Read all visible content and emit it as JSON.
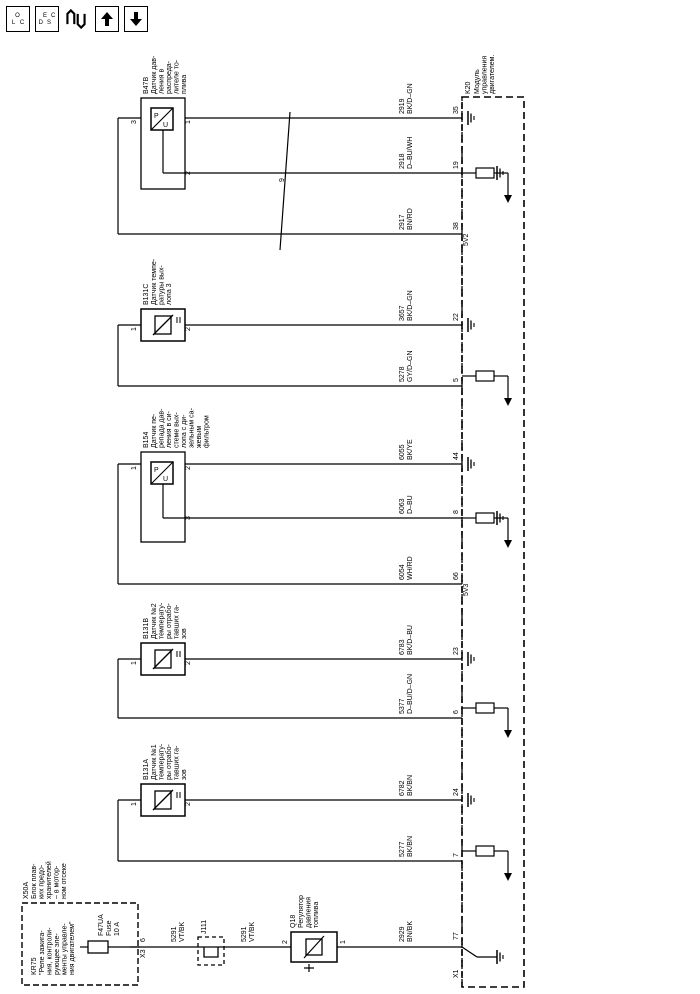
{
  "nav": {
    "loc_main": "L",
    "loc_sub": "O",
    "loc_sub2": "C",
    "desc_main": "D",
    "desc_sub": "E",
    "desc_sub2": "S",
    "desc_sub3": "C"
  },
  "module": {
    "ref": "K20",
    "name_lines": [
      "Модуль",
      "управления",
      "двигателем."
    ],
    "connector": "X1"
  },
  "fuse_block": {
    "ref": "X50A",
    "name_lines": [
      "Блок плав-",
      "ких предо-",
      "хранителей",
      "– в мотор-",
      "ном отсеке"
    ],
    "relay_ref": "KR75",
    "relay_lines": [
      "\"Реле зажига-",
      "ния, контроли-",
      "рующее эле-",
      "менты управле-",
      "ния двигателем\""
    ],
    "fuse_ref": "F47UA",
    "fuse_label": "Fuse",
    "fuse_rating": "10 A",
    "connector": "X3",
    "pin": "6"
  },
  "splice": {
    "ref": "J111"
  },
  "regulator": {
    "ref": "Q18",
    "name_lines": [
      "Регулятор",
      "давления",
      "топлива"
    ],
    "pin_left": "2",
    "pin_right": "1"
  },
  "sensors": [
    {
      "ref": "B47B",
      "name_lines": [
        "Датчик дав-",
        "ления в",
        "распреда-",
        "лителе то-",
        "плива"
      ],
      "pins": [
        "3",
        "1",
        "2"
      ]
    },
    {
      "ref": "B131C",
      "name_lines": [
        "Датчик темпе-",
        "ратуры вых-",
        "лопа 3"
      ],
      "pins": [
        "1",
        "2"
      ]
    },
    {
      "ref": "B154",
      "name_lines": [
        "Датчик пе-",
        "репада дав-",
        "ления в си-",
        "стеме вых-",
        "лопа с ди-",
        "зельным са-",
        "жевым",
        "фильтром"
      ],
      "pins": [
        "1",
        "2",
        "3"
      ]
    },
    {
      "ref": "B131B",
      "name_lines": [
        "Датчик №2",
        "температу-",
        "ры отрабо-",
        "тавших га-",
        "зов"
      ],
      "pins": [
        "1",
        "2"
      ]
    },
    {
      "ref": "B131A",
      "name_lines": [
        "Датчик №1",
        "температу-",
        "ры отрабо-",
        "тавших га-",
        "зов"
      ],
      "pins": [
        "1",
        "2"
      ]
    }
  ],
  "wires": [
    {
      "circuit": "2919",
      "color": "BK/D–GN",
      "pin": "35"
    },
    {
      "circuit": "2918",
      "color": "D–BU/WH",
      "pin": "19"
    },
    {
      "circuit": "2917",
      "color": "BN/RD",
      "pin": "38"
    },
    {
      "circuit": "3657",
      "color": "BK/D–GN",
      "pin": "22"
    },
    {
      "circuit": "5278",
      "color": "GY/D–GN",
      "pin": "5"
    },
    {
      "circuit": "6055",
      "color": "BK/YE",
      "pin": "44"
    },
    {
      "circuit": "6063",
      "color": "D–BU",
      "pin": "8"
    },
    {
      "circuit": "6054",
      "color": "WH/RD",
      "pin": "66"
    },
    {
      "circuit": "6783",
      "color": "BK/D–BU",
      "pin": "23"
    },
    {
      "circuit": "5377",
      "color": "D–BU/D–GN",
      "pin": "6"
    },
    {
      "circuit": "6782",
      "color": "BK/BN",
      "pin": "24"
    },
    {
      "circuit": "5277",
      "color": "BK/BN",
      "pin": "7"
    },
    {
      "circuit": "5291",
      "color": "VT/BK",
      "pin": ""
    },
    {
      "circuit": "5291",
      "color": "VT/BK",
      "pin": ""
    },
    {
      "circuit": "2929",
      "color": "BN/BK",
      "pin": "77"
    }
  ],
  "misc": {
    "ref_5v2": "5V2",
    "ref_5v3": "5V3",
    "cross_count": "9"
  }
}
